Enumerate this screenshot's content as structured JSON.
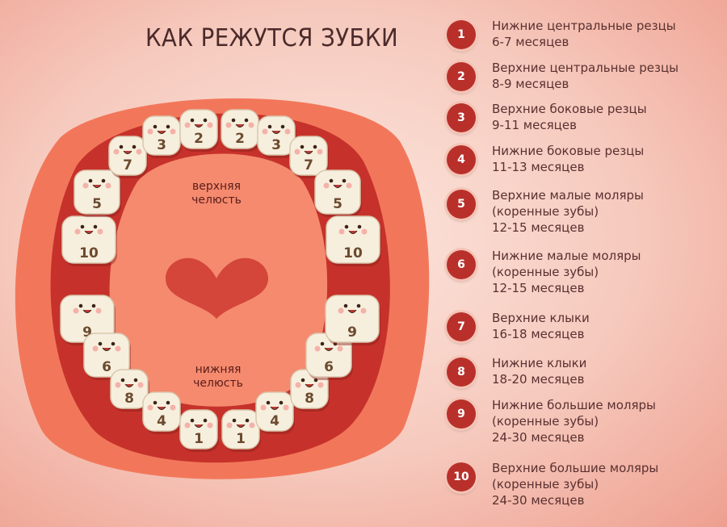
{
  "title": "КАК РЕЖУТСЯ ЗУБКИ",
  "labels": {
    "upper_jaw": [
      "верхняя",
      "челюсть"
    ],
    "lower_jaw": [
      "нижняя",
      "челюсть"
    ]
  },
  "colors": {
    "outer_mouth": "#f2775a",
    "gum": "#c6322b",
    "inner_palate": "#f58a6e",
    "heart": "#d4453a",
    "tooth": "#f7efde",
    "badge": "#b9302b"
  },
  "teeth": {
    "upper": [
      "10",
      "5",
      "7",
      "3",
      "2",
      "2",
      "3",
      "7",
      "5",
      "10"
    ],
    "lower": [
      "9",
      "6",
      "8",
      "4",
      "1",
      "1",
      "4",
      "8",
      "6",
      "9"
    ]
  },
  "legend": [
    {
      "num": "1",
      "lines": [
        "Нижние центральные резцы",
        "6-7 месяцев"
      ]
    },
    {
      "num": "2",
      "lines": [
        "Верхние центральные резцы",
        "8-9 месяцев"
      ]
    },
    {
      "num": "3",
      "lines": [
        "Верхние боковые резцы",
        "9-11 месяцев"
      ]
    },
    {
      "num": "4",
      "lines": [
        "Нижние боковые резцы",
        "11-13 месяцев"
      ]
    },
    {
      "num": "5",
      "lines": [
        "Верхние малые моляры",
        "(коренные зубы)",
        "12-15 месяцев"
      ]
    },
    {
      "num": "6",
      "lines": [
        "Нижние малые моляры",
        "(коренные зубы)",
        "12-15 месяцев"
      ]
    },
    {
      "num": "7",
      "lines": [
        "Верхние клыки",
        "16-18 месяцев"
      ]
    },
    {
      "num": "8",
      "lines": [
        "Нижние клыки",
        "18-20 месяцев"
      ]
    },
    {
      "num": "9",
      "lines": [
        "Нижние большие моляры",
        "(коренные зубы)",
        "24-30 месяцев"
      ]
    },
    {
      "num": "10",
      "lines": [
        "Верхние большие моляры",
        "(коренные зубы)",
        "24-30 месяцев"
      ]
    }
  ]
}
